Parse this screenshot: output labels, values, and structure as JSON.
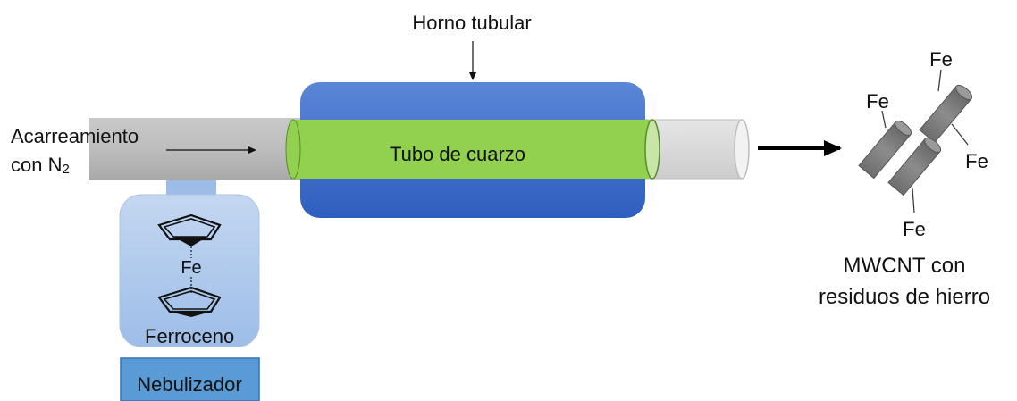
{
  "labels": {
    "furnace": "Horno tubular",
    "carrier_line1": "Acarreamiento",
    "carrier_line2_prefix": "con N",
    "carrier_line2_sub": "2",
    "quartz_tube": "Tubo de cuarzo",
    "ferrocene_metal": "Fe",
    "ferrocene": "Ferroceno",
    "nebulizer": "Nebulizador",
    "product_line1": "MWCNT con",
    "product_line2": "residuos de hierro",
    "fe_labels": [
      "Fe",
      "Fe",
      "Fe",
      "Fe"
    ]
  },
  "colors": {
    "furnace": "#3f6fc4",
    "quartz_tube": "#92d050",
    "gas_pipe": "#bfbfbf",
    "nebulizer_box": "#5b9bd5",
    "ferrocene_box": "#b4cdee",
    "nanotube": "#7f7f7f"
  }
}
